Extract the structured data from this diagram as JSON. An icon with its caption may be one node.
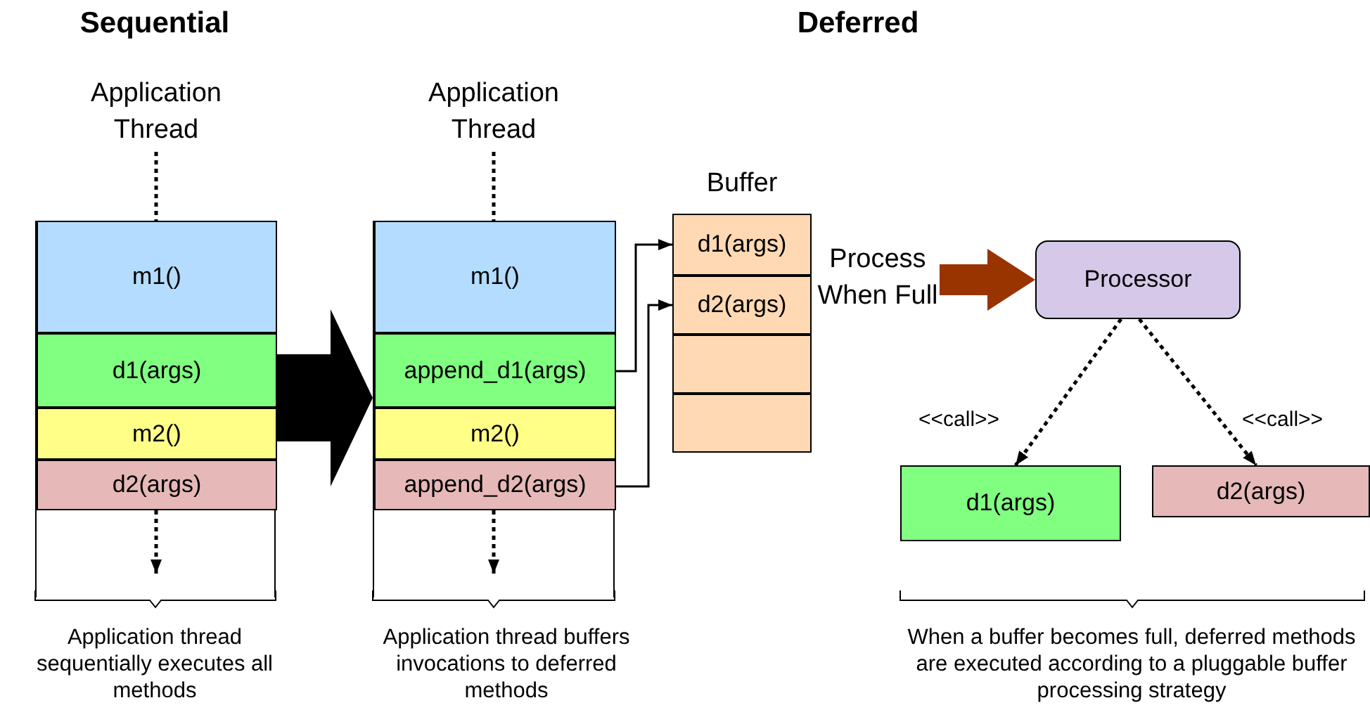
{
  "diagram": {
    "nodes": [
      {
        "text": [
          "Application Thread"
        ]
      },
      {
        "text": [],
        "shape": "box"
      },
      {
        "text": [
          "m1()"
        ],
        "in": 1
      },
      {
        "text": [
          "d1(args)"
        ],
        "in": 1
      },
      {
        "text": [
          "m2()"
        ],
        "in": 1
      },
      {
        "text": [
          "d2(args)"
        ],
        "in": 1
      },
      {
        "text": [
          "Application Thread"
        ]
      },
      {
        "text": [],
        "shape": "box"
      },
      {
        "text": [
          "m1()"
        ],
        "in": 7
      },
      {
        "text": [
          "append_d1(args)"
        ],
        "in": 7
      },
      {
        "text": [
          "m2()"
        ],
        "in": 7
      },
      {
        "text": [
          "append_d2(args)"
        ],
        "in": 7
      },
      {
        "text": [
          "Buffer"
        ]
      },
      {
        "text": [
          "d1(args)"
        ],
        "in": 12
      },
      {
        "text": [
          "d2(args)"
        ],
        "in": 12
      },
      {
        "text": [],
        "shape": "box",
        "in": 12
      },
      {
        "text": [],
        "shape": "box",
        "in": 12
      },
      {
        "text": [
          "Process When Full"
        ]
      },
      {
        "text": [
          "Processor"
        ]
      },
      {
        "text": [
          "d1(args)"
        ]
      },
      {
        "text": [
          "d2(args)"
        ]
      }
    ],
    "edges": [
      {
        "from": 0,
        "to": 1,
        "arrow": "none",
        "style": "dashed"
      },
      {
        "from": 5,
        "to": null,
        "arrow": "to",
        "style": "dashed"
      },
      {
        "from": 6,
        "to": 7,
        "arrow": "none",
        "style": "dashed"
      },
      {
        "from": 11,
        "to": null,
        "arrow": "to",
        "style": "dashed"
      },
      {
        "from": 1,
        "to": 7,
        "arrow": "to",
        "style": "thick"
      },
      {
        "from": 9,
        "to": 13,
        "arrow": "to"
      },
      {
        "from": 11,
        "to": 14,
        "arrow": "to"
      },
      {
        "from": 17,
        "to": 18,
        "arrow": "to",
        "style": "thick",
        "color": "#993300"
      },
      {
        "from": 18,
        "to": 19,
        "arrow": "to",
        "style": "dashed",
        "label": "<<call>>"
      },
      {
        "from": 18,
        "to": 20,
        "arrow": "to",
        "style": "dashed",
        "label": "<<call>>"
      }
    ],
    "labels": [
      "Sequential",
      "Deferred",
      "Application thread sequentially executes all methods",
      "Application thread buffers invocations to deferred methods",
      "When a buffer becomes full, deferred methods are executed according to a pluggable buffer processing strategy"
    ]
  }
}
